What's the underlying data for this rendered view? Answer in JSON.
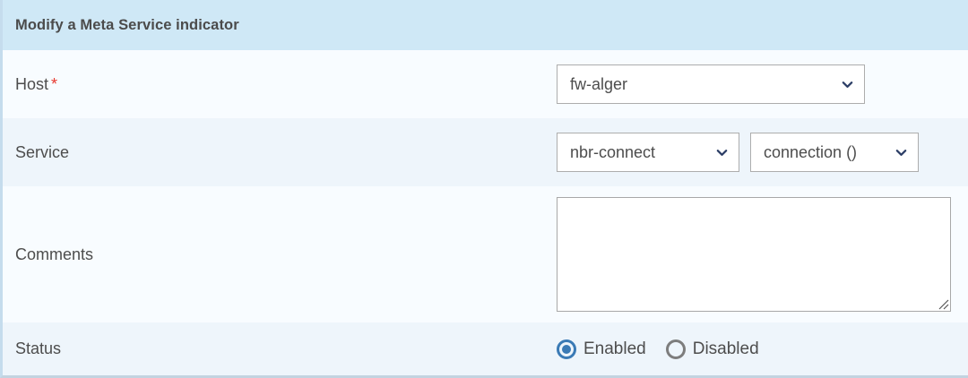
{
  "header": {
    "title": "Modify a Meta Service indicator",
    "background_color": "#cfe8f6"
  },
  "colors": {
    "header_band": "#cfe8f6",
    "row_light": "#f8fcff",
    "row_tinted": "#eef5fb",
    "required_star": "#e8392f",
    "chevron": "#2c3e66",
    "radio_selected": "#3a7ab5",
    "radio_unselected": "#7d7d7d",
    "control_border": "#adadad",
    "panel_border": "#c3d3e0",
    "label_text": "#4d4d4d"
  },
  "rows": {
    "host": {
      "label": "Host",
      "required_marker": "*",
      "select": {
        "value": "fw-alger",
        "icon": "chevron-down-icon"
      }
    },
    "service": {
      "label": "Service",
      "service_select": {
        "value": "nbr-connect",
        "icon": "chevron-down-icon"
      },
      "metric_select": {
        "value": "connection ()",
        "icon": "chevron-down-icon"
      }
    },
    "comments": {
      "label": "Comments",
      "textarea": {
        "value": "",
        "placeholder": "",
        "resize_handle_icon": "resize-grip-icon"
      }
    },
    "status": {
      "label": "Status",
      "options": [
        {
          "label": "Enabled",
          "selected": true
        },
        {
          "label": "Disabled",
          "selected": false
        }
      ]
    }
  }
}
